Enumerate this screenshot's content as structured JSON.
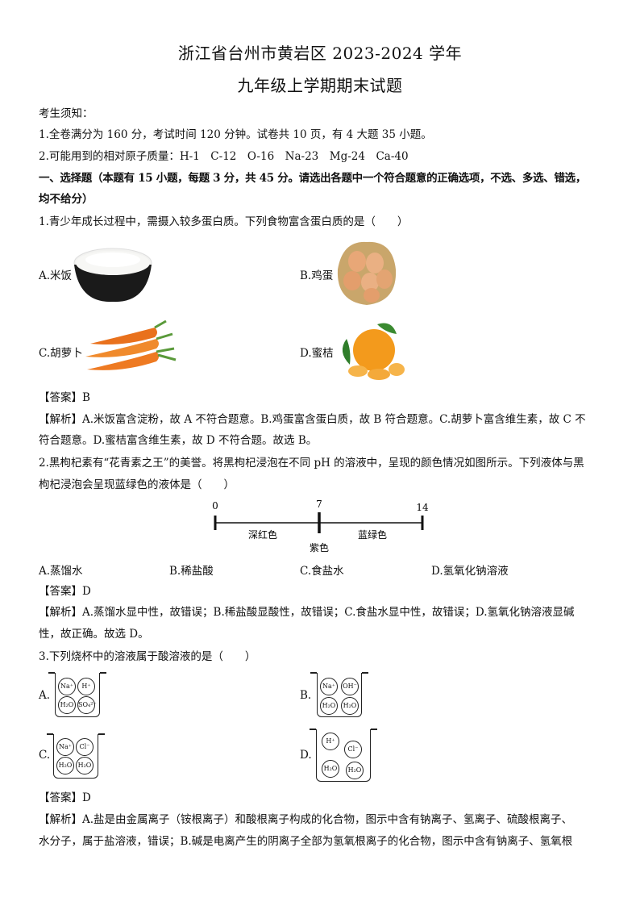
{
  "header": {
    "title1": "浙江省台州市黄岩区 2023-2024 学年",
    "title2": "九年级上学期期末试题"
  },
  "notice": {
    "heading": "考生须知：",
    "item1": "1.全卷满分为 160 分，考试时间 120 分钟。试卷共 10 页，有 4 大题 35 小题。",
    "item2": "2.可能用到的相对原子质量：H-1　C-12　O-16　Na-23　Mg-24　Ca-40"
  },
  "section1": {
    "heading_a": "一、选择题（本题有 15 小题，每题 3 分，共 45 分。请选出各题中一个符合题意的正确选项，不选、多选、错选，",
    "heading_b": "均不给分）"
  },
  "q1": {
    "stem": "1.青少年成长过程中，需摄入较多蛋白质。下列食物富含蛋白质的是（　　）",
    "options": [
      "A.米饭",
      "B.鸡蛋",
      "C.胡萝卜",
      "D.蜜桔"
    ],
    "answer": "【答案】B",
    "analysis_a": "【解析】A.米饭富含淀粉，故 A 不符合题意。B.鸡蛋富含蛋白质，故 B 符合题意。C.胡萝卜富含维生素，故 C 不",
    "analysis_b": "符合题意。D.蜜桔富含维生素，故 D 不符合题。故选 B。"
  },
  "q2": {
    "stem_a": "2.黑枸杞素有“花青素之王”的美誉。将黑枸杞浸泡在不同 pH 的溶液中，呈现的颜色情况如图所示。下列液体与黑",
    "stem_b": "枸杞浸泡会呈现蓝绿色的液体是（　　）",
    "scale": {
      "min_label": "0",
      "mid_label": "7",
      "max_label": "14",
      "left_color": "深红色",
      "right_color": "蓝绿色",
      "mid_color": "紫色",
      "min": 0,
      "mid": 7,
      "max": 14
    },
    "options": [
      "A.蒸馏水",
      "B.稀盐酸",
      "C.食盐水",
      "D.氢氧化钠溶液"
    ],
    "answer": "【答案】D",
    "analysis_a": "【解析】A.蒸馏水显中性，故错误；B.稀盐酸显酸性，故错误；C.食盐水显中性，故错误；D.氢氧化钠溶液显碱",
    "analysis_b": "性，故正确。故选 D。"
  },
  "q3": {
    "stem": "3.下列烧杯中的溶液属于酸溶液的是（　　）",
    "options": [
      "A.",
      "B.",
      "C.",
      "D."
    ],
    "beakers": {
      "A": [
        "Na⁺",
        "H⁺",
        "H₂O",
        "SO₄²⁻"
      ],
      "B": [
        "Na⁺",
        "OH⁻",
        "H₂O",
        "H₂O"
      ],
      "C": [
        "Na⁺",
        "Cl⁻",
        "H₂O",
        "H₂O"
      ],
      "D": [
        "H⁺",
        "Cl⁻",
        "H₂O",
        "H₂O"
      ]
    },
    "answer": "【答案】D",
    "analysis_a": "【解析】A.盐是由金属离子（铵根离子）和酸根离子构成的化合物，图示中含有钠离子、氢离子、硫酸根离子、",
    "analysis_b": "水分子，属于盐溶液，错误；B.碱是电离产生的阴离子全部为氢氧根离子的化合物，图示中含有钠离子、氢氧根"
  }
}
